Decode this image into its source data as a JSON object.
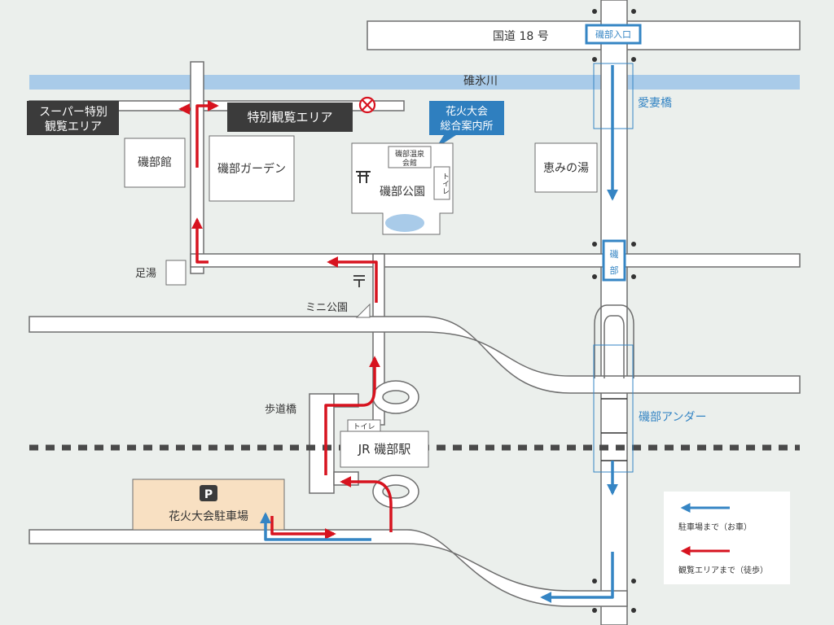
{
  "colors": {
    "background": "#ebefec",
    "road_fill": "#ffffff",
    "road_edge": "#6e6e6e",
    "river": "#a9cbe9",
    "car_route": "#3585c4",
    "walk_route": "#d7131f",
    "dark_label": "#3b3b3b",
    "info_box": "#2f7fbf",
    "parking": "#f8e0c2",
    "railway": "#4a4a4a"
  },
  "roads": {
    "national_route": "国道 18 号",
    "entrance_sign": "磯部入口",
    "river": "碓氷川",
    "bridge": "愛妻橋",
    "crossing_sign": [
      "磯",
      "部"
    ],
    "underpass": "磯部アンダー",
    "footbridge": "歩道橋"
  },
  "places": {
    "special_area": "特別観覧エリア",
    "supermarket_area": [
      "スーパー特別",
      "観覧エリア"
    ],
    "info_center": [
      "花火大会",
      "総合案内所"
    ],
    "onsen_hall": [
      "磯部温泉",
      "会館"
    ],
    "toilet_park": "トイレ",
    "toilet_station": "トイレ",
    "isobe_kan": "磯部館",
    "isobe_garden": "磯部ガーデン",
    "isobe_park": "磯部公園",
    "megumi_onsen": "恵みの湯",
    "ashiyu": "足湯",
    "mini_park": "ミニ公園",
    "station": "JR 磯部駅",
    "parking_lot": "花火大会駐車場",
    "parking_symbol": "P"
  },
  "icons": {
    "shrine": "torii-icon",
    "post_office": "post-office-icon",
    "no_entry": "no-entry-icon",
    "parking": "parking-icon"
  },
  "legend": {
    "car": "駐車場まで（お車）",
    "walk": "観覧エリアまで（徒歩）"
  }
}
